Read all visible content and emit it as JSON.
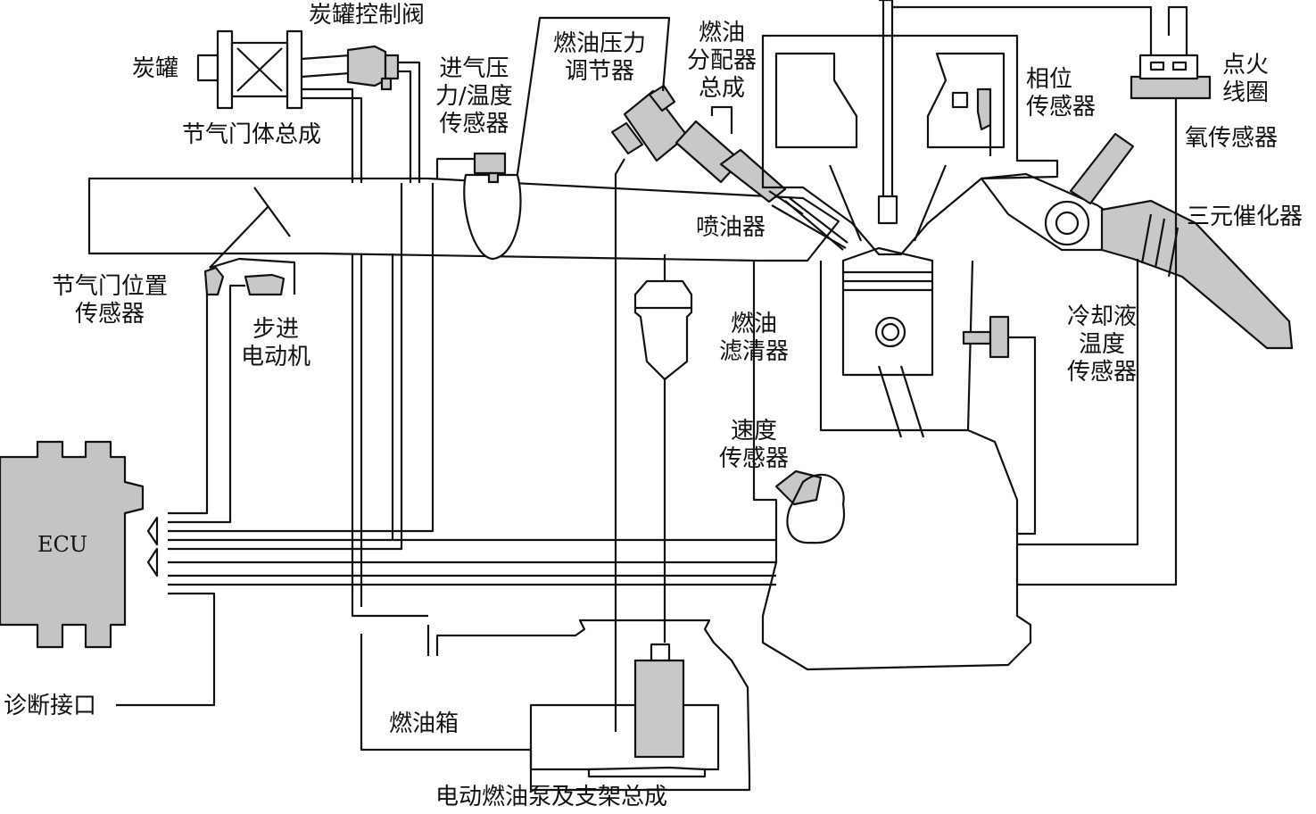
{
  "labels": {
    "canister": "炭罐",
    "canister_valve": "炭罐控制阀",
    "throttle_body": "节气门体总成",
    "map_sensor": "进气压\n力/温度\n传感器",
    "fuel_pressure_regulator": "燃油压力\n调节器",
    "fuel_rail": "燃油\n分配器\n总成",
    "cam_sensor": "相位\n传感器",
    "ignition_coil": "点火\n线圈",
    "oxygen_sensor": "氧传感器",
    "catalyst": "三元催化器",
    "injector": "喷油器",
    "tps": "节气门位置\n传感器",
    "stepper_motor": "步进\n电动机",
    "fuel_filter": "燃油\n滤清器",
    "coolant_sensor": "冷却液\n温度\n传感器",
    "speed_sensor": "速度\n传感器",
    "ecu": "ECU",
    "diagnostic_port": "诊断接口",
    "fuel_tank": "燃油箱",
    "fuel_pump": "电动燃油泵及支架总成"
  },
  "colors": {
    "line": "#111111",
    "component_fill": "#c8c8c8",
    "ecu_fill": "#c4c4c4",
    "background": "#ffffff"
  }
}
